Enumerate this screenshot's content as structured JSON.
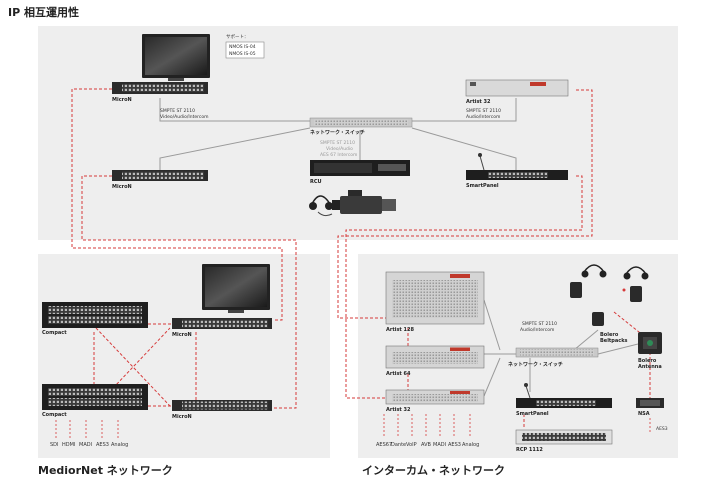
{
  "titles": {
    "ip": "IP 相互運用性",
    "mediornet": "MediorNet ネットワーク",
    "intercom": "インターカム・ネットワーク"
  },
  "support": {
    "header": "サポート：",
    "lines": [
      "NMOS IS-04",
      "NMOS IS-05"
    ]
  },
  "top": {
    "micron_label": "MicroN",
    "smpte_left": [
      "SMPTE ST 2110",
      "Video/Audio/Intercom"
    ],
    "smpte_right": [
      "SMPTE ST 2110",
      "Audio/Intercom"
    ],
    "switch_label": "ネットワーク・スイッチ",
    "smpte_center": [
      "SMPTE ST 2110",
      "Video/Audio",
      "AES 67 Intercom"
    ],
    "artist32_label": "Artist 32",
    "smartpanel_label": "SmartPanel",
    "rcu_label": "RCU"
  },
  "mediornet": {
    "compact_label": "Compact",
    "micron_label": "MicroN",
    "io": [
      "SDI",
      "HDMI",
      "MADI",
      "AES3",
      "Analog"
    ]
  },
  "intercom": {
    "artist128": "Artist 128",
    "artist64": "Artist 64",
    "artist32": "Artist 32",
    "smpte": [
      "SMPTE ST 2110",
      "Audio/Intercom"
    ],
    "switch_label": "ネットワーク・スイッチ",
    "bolero_beltpacks": [
      "Bolero",
      "Beltpacks"
    ],
    "bolero_antenna": [
      "Bolero",
      "Antenna"
    ],
    "smartpanel_label": "SmartPanel",
    "nsa_label": "NSA",
    "aes3_label": "AES3",
    "rcp_label": "RCP 1112",
    "io": [
      "AES67",
      "Dante",
      "VoIP",
      "AVB",
      "MADI",
      "AES3",
      "Analog"
    ]
  },
  "colors": {
    "link_red": "#d63a3a",
    "link_gray": "#9a9a9a",
    "region_bg": "#eeeeee"
  }
}
